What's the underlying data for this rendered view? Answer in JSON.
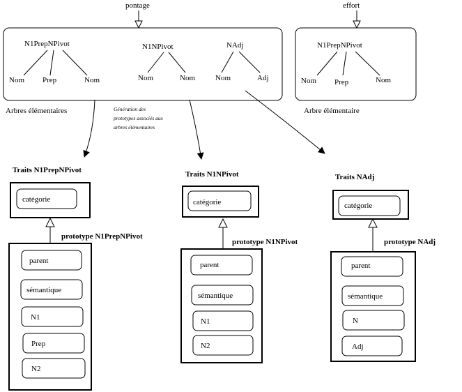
{
  "top": {
    "pontage": "pontage",
    "effort": "effort"
  },
  "left_trees": {
    "t1": {
      "root": "N1PrepNPivot",
      "children": [
        "Nom",
        "Prep",
        "Nom"
      ]
    },
    "t2": {
      "root": "N1NPivot",
      "children": [
        "Nom",
        "Nom"
      ]
    },
    "t3": {
      "root": "NAdj",
      "children": [
        "Nom",
        "Adj"
      ]
    },
    "caption": "Arbres élémentaires"
  },
  "right_tree": {
    "root": "N1PrepNPivot",
    "children": [
      "Nom",
      "Prep",
      "Nom"
    ],
    "caption": "Arbre élémentaire"
  },
  "generation_note": [
    "Génération des",
    "prototypes associés aux",
    "arbres élémentaires"
  ],
  "features": [
    {
      "title": "Traits N1PrepNPivot",
      "attr": "catégorie",
      "proto_label": "prototype N1PrepNPivot",
      "slots": [
        "parent",
        "sémantique",
        "N1",
        "Prep",
        "N2"
      ]
    },
    {
      "title": "Traits N1NPivot",
      "attr": "catégorie",
      "proto_label": "prototype N1NPivot",
      "slots": [
        "parent",
        "sémantique",
        "N1",
        "N2"
      ]
    },
    {
      "title": "Traits NAdj",
      "attr": "catégorie",
      "proto_label": "prototype NAdj",
      "slots": [
        "parent",
        "sémantique",
        "N",
        "Adj"
      ]
    }
  ]
}
